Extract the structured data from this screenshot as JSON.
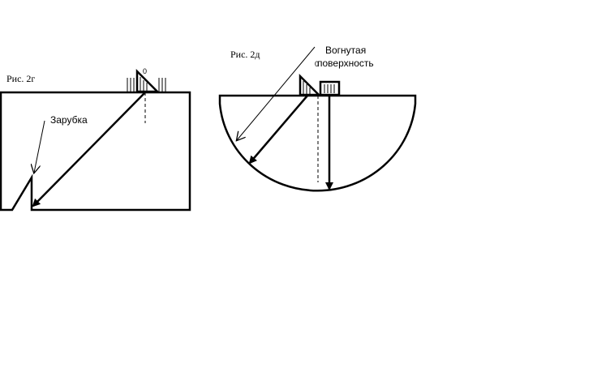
{
  "fig_g": {
    "caption": "Рис. 2г",
    "notch_label": "Зарубка",
    "point_label": "0"
  },
  "fig_d": {
    "caption": "Рис. 2д",
    "surface_label_line1": "Вогнутая",
    "surface_label_line2": "поверхность",
    "point_label": "0"
  }
}
